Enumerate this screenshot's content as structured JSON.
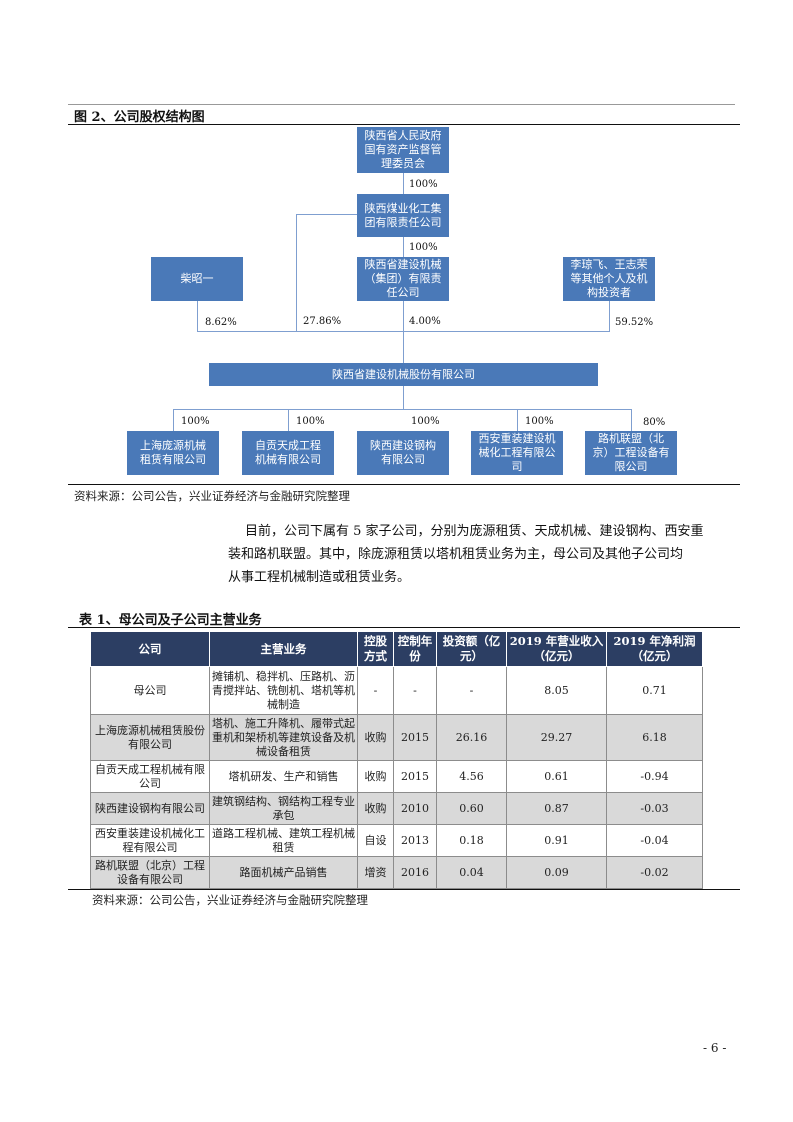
{
  "figure": {
    "title": "图 2、公司股权结构图",
    "nodes": {
      "top": "陕西省人民政府国有资产监督管理委员会",
      "group": "陕西煤业化工集团有限责任公司",
      "jianshe_group": "陕西省建设机械（集团）有限责任公司",
      "chai": "柴昭一",
      "others": "李琼飞、王志荣等其他个人及机构投资者",
      "company": "陕西省建设机械股份有限公司",
      "sub1": "上海庞源机械租赁有限公司",
      "sub2": "自贡天成工程机械有限公司",
      "sub3": "陕西建设钢构有限公司",
      "sub4": "西安重装建设机械化工程有限公司",
      "sub5": "路机联盟（北京）工程设备有限公司"
    },
    "percents": {
      "top_to_group": "100%",
      "group_to_jianshe": "100%",
      "chai": "8.62%",
      "group_direct": "27.86%",
      "jianshe": "4.00%",
      "others": "59.52%",
      "sub1": "100%",
      "sub2": "100%",
      "sub3": "100%",
      "sub4": "100%",
      "sub5": "80%"
    },
    "source": "资料来源：公司公告，兴业证券经济与金融研究院整理"
  },
  "paragraph": {
    "line1": "目前，公司下属有 5 家子公司，分别为庞源租赁、天成机械、建设钢构、西安重",
    "line2": "装和路机联盟。其中，除庞源租赁以塔机租赁业务为主，母公司及其他子公司均",
    "line3": "从事工程机械制造或租赁业务。"
  },
  "table": {
    "title": "表 1、母公司及子公司主营业务",
    "headers": [
      "公司",
      "主营业务",
      "控股方式",
      "控制年份",
      "投资额（亿元）",
      "2019 年营业收入（亿元）",
      "2019 年净利润（亿元）"
    ],
    "rows": [
      [
        "母公司",
        "摊铺机、稳拌机、压路机、沥青搅拌站、铣刨机、塔机等机械制造",
        "-",
        "-",
        "-",
        "8.05",
        "0.71"
      ],
      [
        "上海庞源机械租赁股份有限公司",
        "塔机、施工升降机、履带式起重机和架桥机等建筑设备及机械设备租赁",
        "收购",
        "2015",
        "26.16",
        "29.27",
        "6.18"
      ],
      [
        "自贡天成工程机械有限公司",
        "塔机研发、生产和销售",
        "收购",
        "2015",
        "4.56",
        "0.61",
        "-0.94"
      ],
      [
        "陕西建设钢构有限公司",
        "建筑钢结构、钢结构工程专业承包",
        "收购",
        "2010",
        "0.60",
        "0.87",
        "-0.03"
      ],
      [
        "西安重装建设机械化工程有限公司",
        "道路工程机械、建筑工程机械租赁",
        "自设",
        "2013",
        "0.18",
        "0.91",
        "-0.04"
      ],
      [
        "路机联盟（北京）工程设备有限公司",
        "路面机械产品销售",
        "增资",
        "2016",
        "0.04",
        "0.09",
        "-0.02"
      ]
    ],
    "source": "资料来源：公司公告，兴业证券经济与金融研究院整理"
  },
  "page_number": "- 6 -"
}
